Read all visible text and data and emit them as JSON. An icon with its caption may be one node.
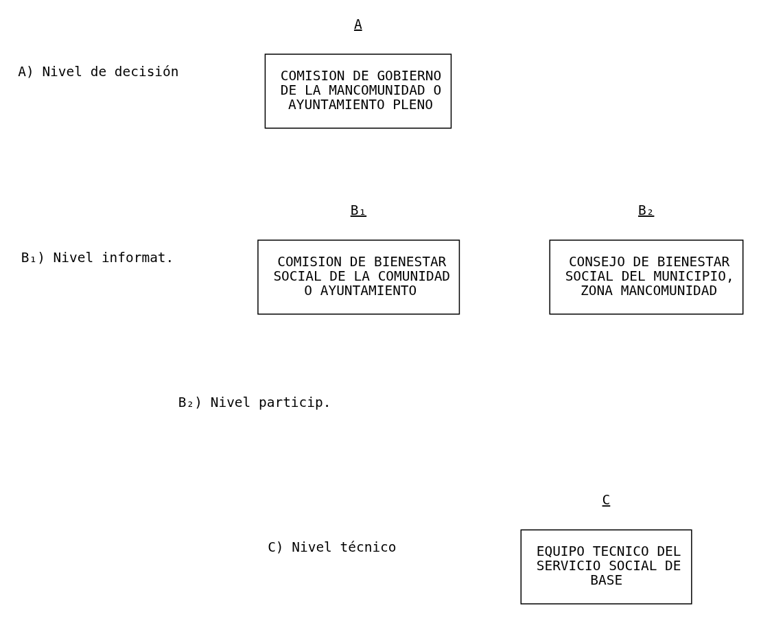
{
  "diagram": {
    "nodes": [
      {
        "text": [
          "A",
          "COMISION DE GOBIERNO DE LA MANCOMUNIDAD O AYUNTAMIENTO PLENO"
        ]
      },
      {
        "text": [
          "B₁",
          "COMISION DE BIENESTAR SOCIAL DE LA COMUNIDAD O AYUNTAMIENTO"
        ]
      },
      {
        "text": [
          "B₂",
          "CONSEJO DE BIENESTAR SOCIAL DEL MUNICIPIO, ZONA MANCOMUNIDAD"
        ]
      },
      {
        "text": [
          "C",
          "EQUIPO TECNICO DEL SERVICIO SOCIAL DE BASE"
        ]
      }
    ],
    "labels": [
      "A) Nivel de decisión",
      "B₁) Nivel informat.",
      "B₂) Nivel particip.",
      "C) Nivel técnico"
    ]
  }
}
